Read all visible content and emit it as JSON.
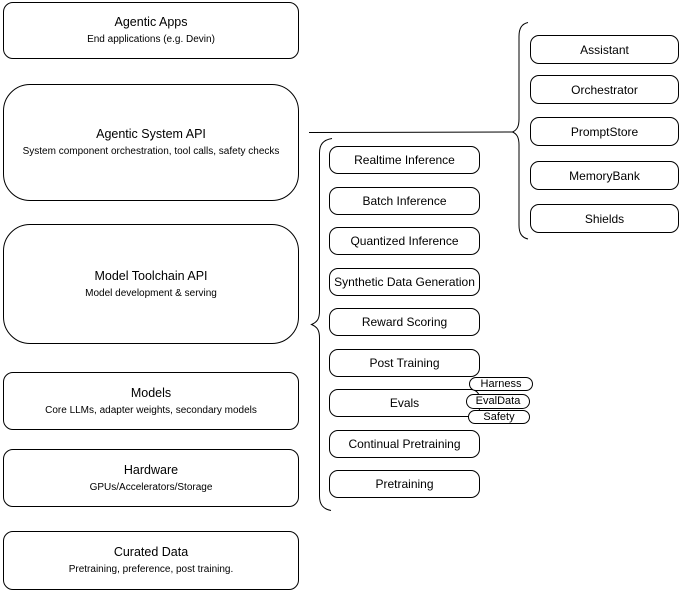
{
  "diagram": {
    "stack": [
      {
        "title": "Agentic Apps",
        "subtitle": "End applications (e.g. Devin)"
      },
      {
        "title": "Agentic System API",
        "subtitle": "System component orchestration, tool calls, safety checks"
      },
      {
        "title": "Model Toolchain API",
        "subtitle": "Model development & serving"
      },
      {
        "title": "Models",
        "subtitle": "Core LLMs, adapter weights, secondary models"
      },
      {
        "title": "Hardware",
        "subtitle": "GPUs/Accelerators/Storage"
      },
      {
        "title": "Curated Data",
        "subtitle": "Pretraining, preference, post training."
      }
    ],
    "toolchain_services": [
      {
        "label": "Realtime Inference"
      },
      {
        "label": "Batch Inference"
      },
      {
        "label": "Quantized Inference"
      },
      {
        "label": "Synthetic Data Generation"
      },
      {
        "label": "Reward Scoring"
      },
      {
        "label": "Post Training"
      },
      {
        "label": "Evals"
      },
      {
        "label": "Continual Pretraining"
      },
      {
        "label": "Pretraining"
      }
    ],
    "eval_tags": [
      {
        "label": "Harness"
      },
      {
        "label": "EvalData"
      },
      {
        "label": "Safety"
      }
    ],
    "system_components": [
      {
        "label": "Assistant"
      },
      {
        "label": "Orchestrator"
      },
      {
        "label": "PromptStore"
      },
      {
        "label": "MemoryBank"
      },
      {
        "label": "Shields"
      }
    ],
    "colors": {
      "stroke": "#000000",
      "fill": "#ffffff",
      "text": "#000000"
    }
  }
}
